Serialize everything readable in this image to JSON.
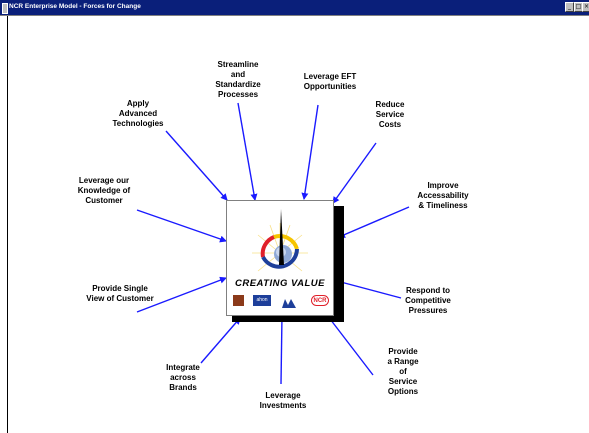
{
  "window": {
    "title": "NCR Enterprise Model - Forces for Change",
    "controls": [
      "minimize",
      "maximize",
      "close"
    ],
    "minimize_glyph": "_",
    "maximize_glyph": "□",
    "close_glyph": "×"
  },
  "diagram": {
    "center": {
      "caption": "CREATING VALUE",
      "logo_icon": "ncr-globe-logo",
      "brand_icons": [
        "brand-logo-1",
        "brand-logo-2",
        "brand-logo-3",
        "ncr-logo"
      ],
      "brand_badge_text": "ahon",
      "ncr_badge_text": "NCR"
    },
    "forces": [
      {
        "id": "streamline",
        "label": "Streamline\nand\nStandardize\nProcesses"
      },
      {
        "id": "eft",
        "label": "Leverage EFT\nOpportunities"
      },
      {
        "id": "reduce-costs",
        "label": "Reduce\nService\nCosts"
      },
      {
        "id": "advanced-tech",
        "label": "Apply\nAdvanced\nTechnologies"
      },
      {
        "id": "knowledge",
        "label": "Leverage our\nKnowledge of\nCustomer"
      },
      {
        "id": "accessability",
        "label": "Improve\nAccessability\n& Timeliness"
      },
      {
        "id": "single-view",
        "label": "Provide Single\nView of Customer"
      },
      {
        "id": "competitive",
        "label": "Respond to\nCompetitive\nPressures"
      },
      {
        "id": "integrate",
        "label": "Integrate\nacross\nBrands"
      },
      {
        "id": "investments",
        "label": "Leverage\nInvestments"
      },
      {
        "id": "service-options",
        "label": "Provide\na Range\nof\nService\nOptions"
      }
    ],
    "colors": {
      "arrow": "#1a1aff",
      "titlebar": "#0a1f7a",
      "ring_red": "#e0202a",
      "ring_yellow": "#f5c400",
      "ring_blue": "#1e3f9a"
    }
  }
}
